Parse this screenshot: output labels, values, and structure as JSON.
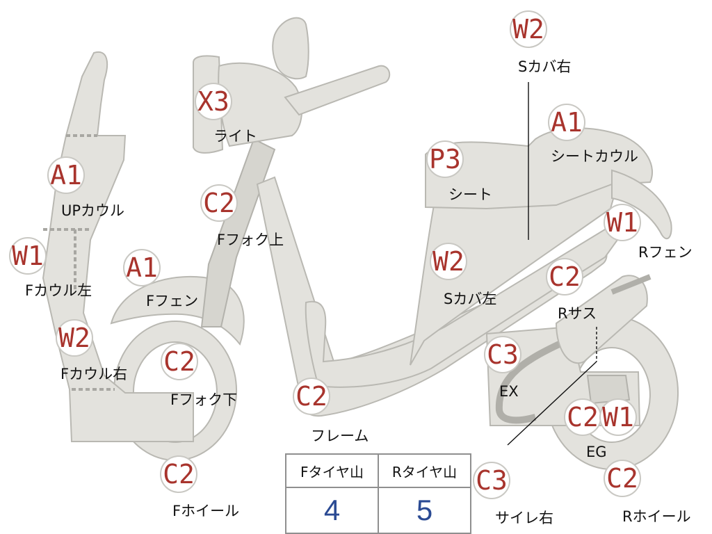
{
  "badges": [
    {
      "id": "w2-top",
      "code": "W2",
      "label": "Sカバ右"
    },
    {
      "id": "x3",
      "code": "X3",
      "label": "ライト"
    },
    {
      "id": "a1-seatcowl",
      "code": "A1",
      "label": "シートカウル"
    },
    {
      "id": "a1-upcowl",
      "code": "A1",
      "label": "UPカウル"
    },
    {
      "id": "p3",
      "code": "P3",
      "label": "シート"
    },
    {
      "id": "c2-ffork-upper",
      "code": "C2",
      "label": "Fフォク上"
    },
    {
      "id": "w1-rfender",
      "code": "W1",
      "label": "Rフェン"
    },
    {
      "id": "w1-fcowl-left",
      "code": "W1",
      "label": "Fカウル左"
    },
    {
      "id": "a1-ffender",
      "code": "A1",
      "label": "Fフェン"
    },
    {
      "id": "w2-scover-left",
      "code": "W2",
      "label": "Sカバ左"
    },
    {
      "id": "c2-rsus",
      "code": "C2",
      "label": "Rサス"
    },
    {
      "id": "w2-fcowl-right",
      "code": "W2",
      "label": "Fカウル右"
    },
    {
      "id": "c2-ffork-lower",
      "code": "C2",
      "label": "Fフォク下"
    },
    {
      "id": "c3-ex",
      "code": "C3",
      "label": "EX"
    },
    {
      "id": "c2-frame",
      "code": "C2",
      "label": "フレーム"
    },
    {
      "id": "c2-eg",
      "code": "C2",
      "label": "EG"
    },
    {
      "id": "w1-eg",
      "code": "W1",
      "label": ""
    },
    {
      "id": "c2-fwheel",
      "code": "C2",
      "label": "Fホイール"
    },
    {
      "id": "c3-silencer",
      "code": "C3",
      "label": "サイレ右"
    },
    {
      "id": "c2-rwheel",
      "code": "C2",
      "label": "Rホイール"
    }
  ],
  "tire_table": {
    "headers": [
      "Fタイヤ山",
      "Rタイヤ山"
    ],
    "values": [
      "4",
      "5"
    ]
  },
  "colors": {
    "part_fill": "#e3e2dd",
    "part_stroke": "#b9b8b2",
    "badge_text": "#a8342d",
    "table_value": "#2a4a93"
  }
}
